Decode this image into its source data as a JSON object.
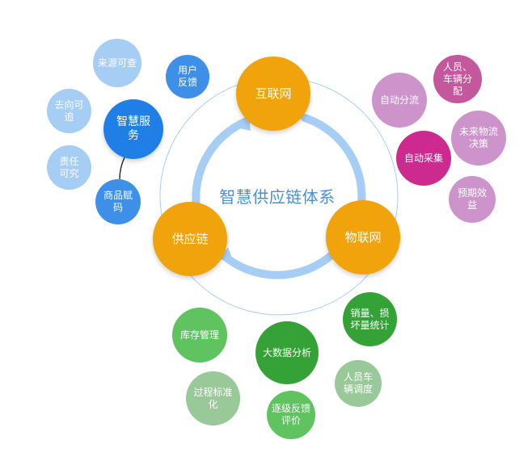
{
  "title": "智慧供应链体系",
  "colors": {
    "hub": "#f0a30a",
    "smart_blue": "#1f7fe6",
    "light_blue": "#a6cdf4",
    "mid_blue": "#6aaef0",
    "ring": "#a6cdf4",
    "pink_light": "#cd93cb",
    "pink_mid": "#c5579c",
    "magenta": "#cc2a8f",
    "green_dark": "#34a236",
    "green_mid": "#5fc45f",
    "green_light": "#99c999"
  },
  "hubs": {
    "internet": "互联网",
    "iot": "物联网",
    "supply_chain": "供应链"
  },
  "smart_service": {
    "label": "智慧服务",
    "source_traceable": "来源可查",
    "destination_traceable": "去向可追",
    "accountability": "责任\n可究",
    "product_coding": "商品赋码",
    "user_feedback": "用户\n反馈"
  },
  "auto_collect": {
    "label": "自动采集",
    "auto_sorting": "自动分流",
    "staff_vehicle_allocation": "人员、\n车辆分\n配",
    "future_logistics_decision": "未来物流\n决策",
    "expected_benefit": "预期效益"
  },
  "big_data": {
    "label": "大数据分析",
    "sales_loss_stats": "销量、损\n坏量统计",
    "inventory_management": "库存管理",
    "process_standardization": "过程标准\n化",
    "staff_vehicle_scheduling": "人员车\n辆调度",
    "feedback_evaluation": "逐级反馈\n评价"
  }
}
